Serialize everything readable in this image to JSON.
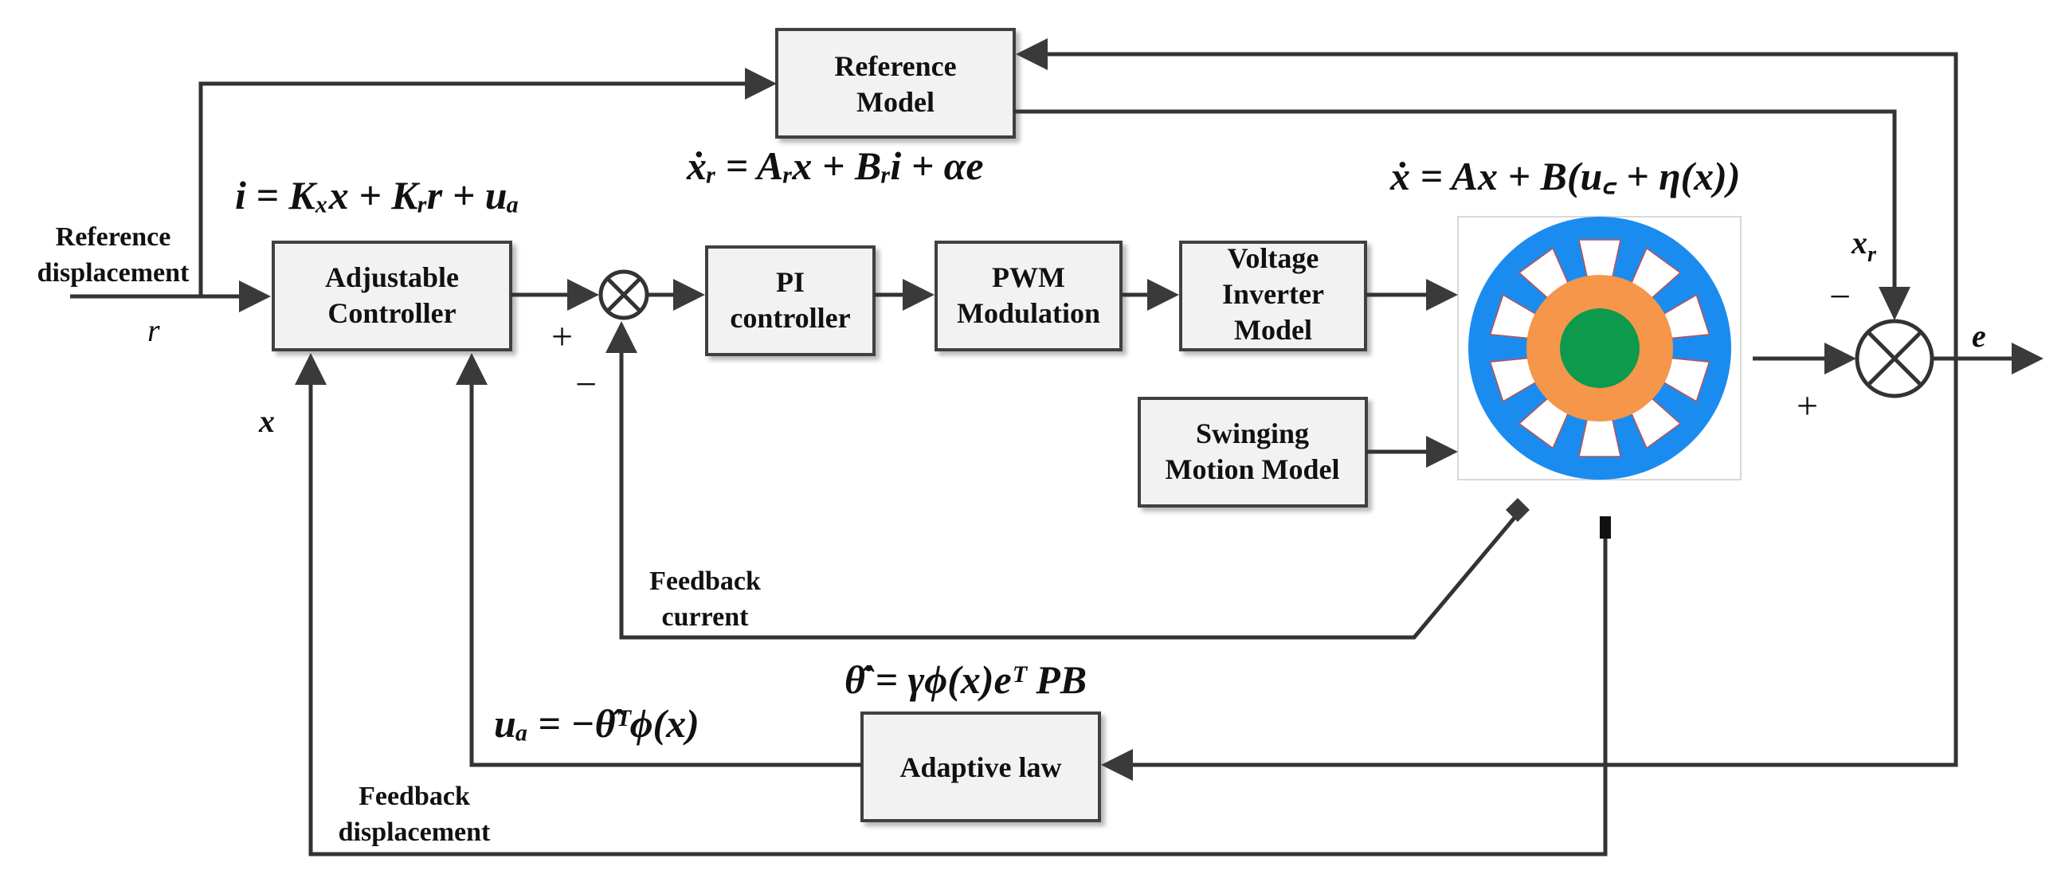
{
  "blocks": {
    "reference_model": [
      "Reference",
      "Model"
    ],
    "adjustable_controller": [
      "Adjustable",
      "Controller"
    ],
    "pi_controller": [
      "PI",
      "controller"
    ],
    "pwm_modulation": [
      "PWM",
      "Modulation"
    ],
    "voltage_inverter": [
      "Voltage",
      "Inverter",
      "Model"
    ],
    "swinging_motion": [
      "Swinging",
      "Motion Model"
    ],
    "adaptive_law": [
      "Adaptive law"
    ]
  },
  "labels": {
    "reference_displacement": [
      "Reference",
      "displacement"
    ],
    "r": "r",
    "x": "x",
    "xr": "x",
    "xr_sub": "r",
    "e": "e",
    "feedback_current": [
      "Feedback",
      "current"
    ],
    "feedback_displacement": [
      "Feedback",
      "displacement"
    ],
    "plus": "+",
    "minus": "−"
  },
  "equations": {
    "controller_law": "i = Kₓx + Kᵣr + uₐ",
    "reference_dynamics": "ẋᵣ = Aᵣx + Bᵣi + αe",
    "plant_dynamics": "ẋ = Ax + B(u꜀ + η(x))",
    "adaptive_update": "θ̂̇ = γϕ(x)eᵀ PB",
    "adaptive_term": "uₐ = −θ̂ᵀϕ(x)"
  },
  "colors": {
    "stator": "#1a8cf0",
    "slot": "#ffffff",
    "rotor_ring": "#f5964a",
    "rotor_core": "#0d9a4c",
    "block_fill": "#f2f2f2",
    "line": "#333333"
  }
}
